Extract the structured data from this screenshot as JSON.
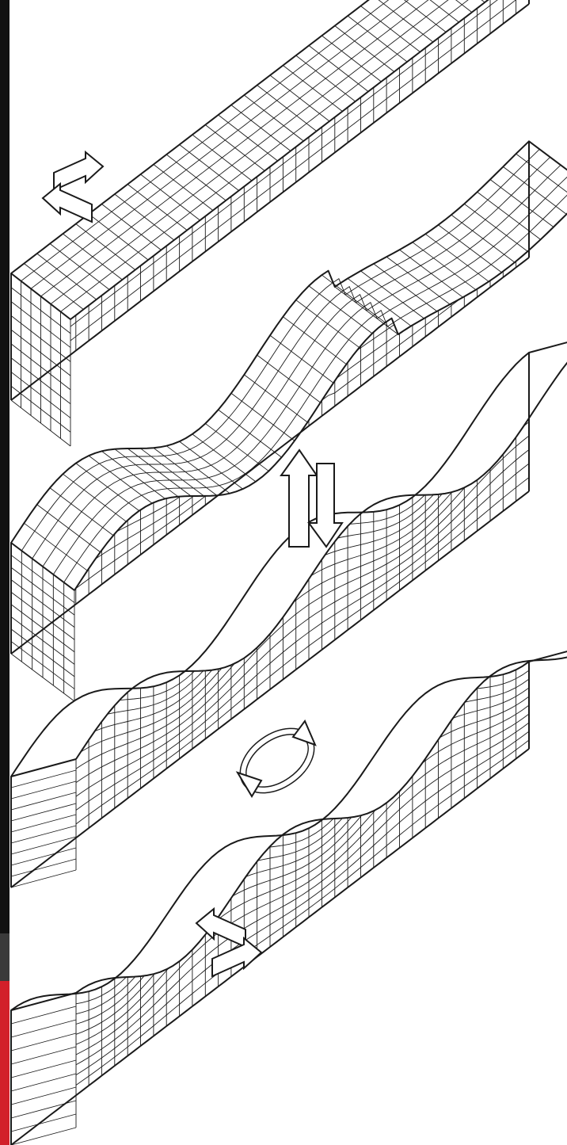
{
  "diagram": {
    "panels": [
      {
        "id": "undeformed-block",
        "arrow_icon": "opposing-horizontal-arrows-icon"
      },
      {
        "id": "vertical-shear-block",
        "arrow_icon": "up-down-arrows-icon"
      },
      {
        "id": "torsion-block",
        "arrow_icon": "rotation-arrows-icon"
      },
      {
        "id": "horizontal-shear-block",
        "arrow_icon": "opposing-horizontal-arrows-icon"
      }
    ],
    "colors": {
      "line": "#1a1a1a",
      "face": "#ffffff",
      "edge_strip_dark": "#111111",
      "edge_strip_grey": "#3a3a3a",
      "edge_strip_red": "#d2202a"
    }
  }
}
